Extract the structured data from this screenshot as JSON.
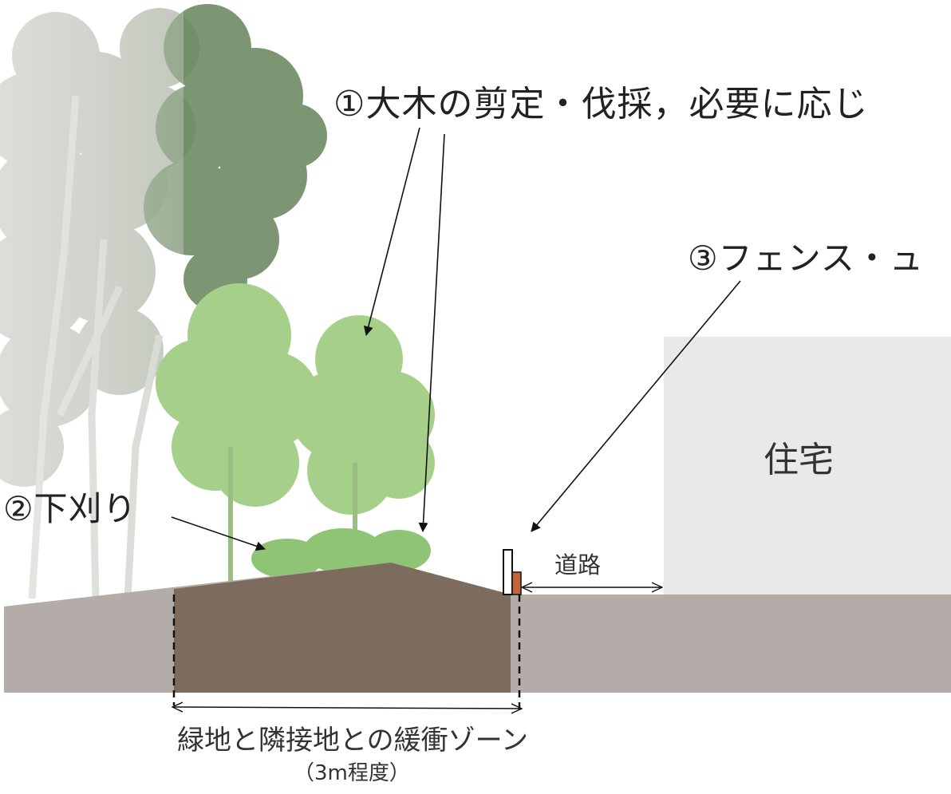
{
  "labels": {
    "pruning": "①大木の剪定・伐採，必要に応じ",
    "mowing": "②下刈り",
    "fence": "③フェンス・ュ",
    "house": "住宅",
    "road": "道路",
    "buffer_zone": "緑地と隣接地との緩衝ゾーン",
    "buffer_width": "（3m程度）"
  },
  "colors": {
    "background_trees": "#9aa394",
    "dark_trees": "#4f6e45",
    "young_trees": "#a6d08a",
    "shrubs": "#8fc475",
    "buffer_soil": "#7d6c5d",
    "ground": "#b4aca8",
    "house": "#e9e9e9",
    "fence_post": "#ffffff",
    "fence_base": "#c2643c",
    "text": "#222222"
  },
  "icons": {
    "fence": "fence-post-icon"
  }
}
